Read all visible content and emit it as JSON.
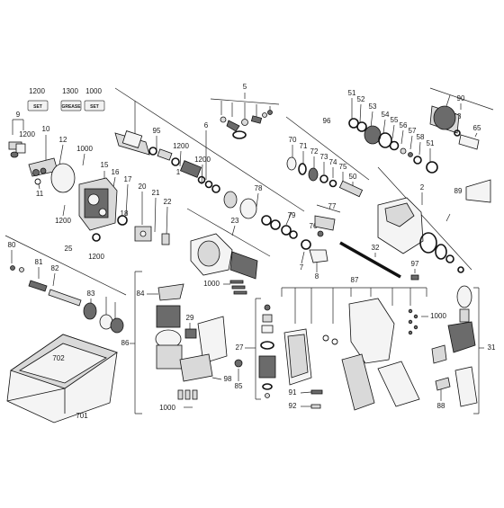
{
  "badges": [
    {
      "number": "1200",
      "text": "SET"
    },
    {
      "number": "1300",
      "text": "GREASE"
    },
    {
      "number": "1000",
      "text": "SET"
    }
  ],
  "labels": {
    "l5": "5",
    "l9": "9",
    "l10": "10",
    "l11": "11",
    "l12": "12",
    "l1000a": "1000",
    "l1200a": "1200",
    "l1200b": "1200",
    "l95": "95",
    "l1": "1",
    "l6": "6",
    "l1200c": "1200",
    "l1200d": "1200",
    "l15": "15",
    "l16": "16",
    "l17": "17",
    "l18": "18",
    "l20": "20",
    "l21": "21",
    "l22": "22",
    "l1200e": "1200",
    "l78": "78",
    "l79": "79",
    "l23": "23",
    "l51a": "51",
    "l52": "52",
    "l53": "53",
    "l54": "54",
    "l55": "55",
    "l56": "56",
    "l57": "57",
    "l58": "58",
    "l51b": "51",
    "l96": "96",
    "l70": "70",
    "l71": "71",
    "l72": "72",
    "l73": "73",
    "l74": "74",
    "l75": "75",
    "l50": "50",
    "l90": "90",
    "l63": "63",
    "l65": "65",
    "l2": "2",
    "l89": "89",
    "l77": "77",
    "l76": "76",
    "l7": "7",
    "l8": "8",
    "l32": "32",
    "l97": "97",
    "l80": "80",
    "l25": "25",
    "l81": "81",
    "l82": "82",
    "l83": "83",
    "l84": "84",
    "l1000b": "1000",
    "l29": "29",
    "l86": "86",
    "l98": "98",
    "l85": "85",
    "l1000c": "1000",
    "l27": "27",
    "l87": "87",
    "l1000d": "1000",
    "l91": "91",
    "l92": "92",
    "l88": "88",
    "l31": "31",
    "l702": "702",
    "l701": "701"
  }
}
